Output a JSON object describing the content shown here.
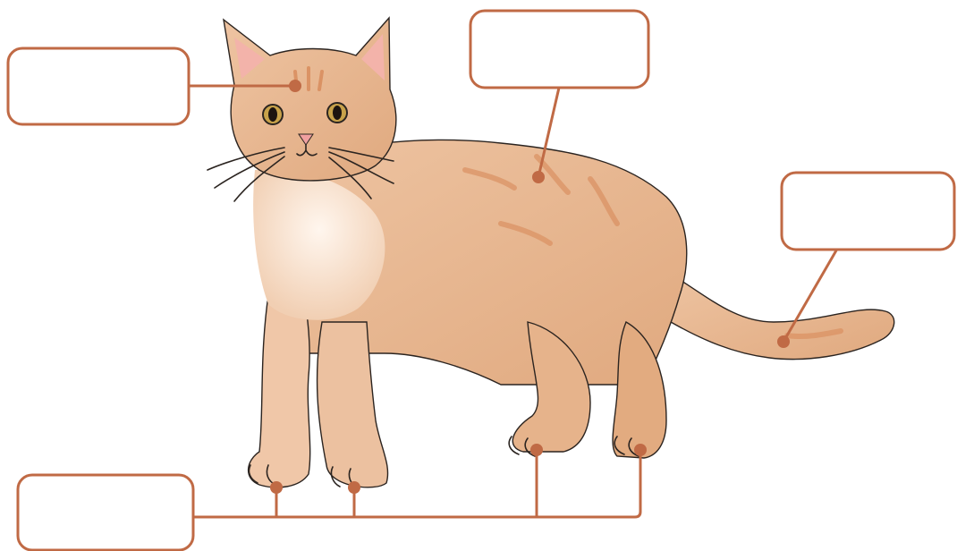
{
  "diagram": {
    "subject": "cat",
    "accent_color": "#c06a45",
    "fur_color": "#e6b48c",
    "stripe_color": "#d88a5a",
    "labels": [
      {
        "name": "head-label",
        "text": ""
      },
      {
        "name": "body-label",
        "text": ""
      },
      {
        "name": "tail-label",
        "text": ""
      },
      {
        "name": "paws-label",
        "text": ""
      }
    ]
  }
}
